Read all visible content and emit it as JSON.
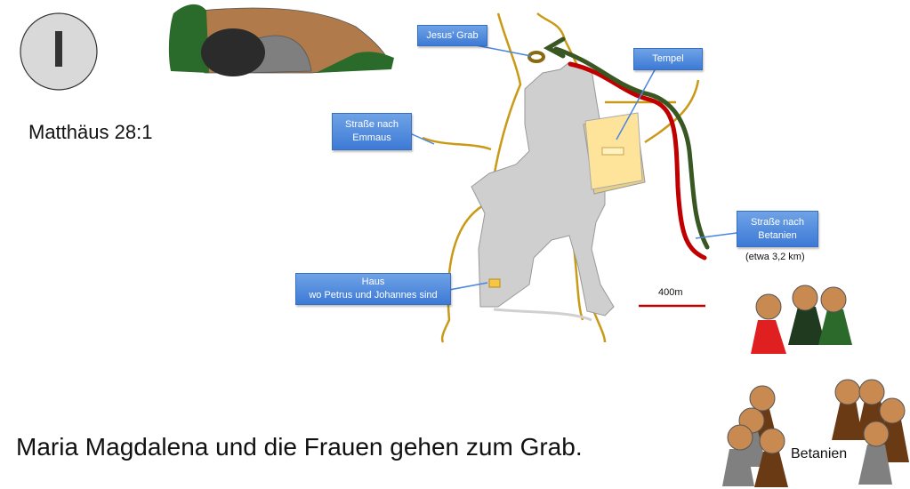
{
  "reference": "Matthäus 28:1",
  "caption": "Maria Magdalena und die Frauen gehen zum Grab.",
  "labels": {
    "jesus_grab": "Jesus’ Grab",
    "tempel": "Tempel",
    "emmaus_line1": "Straße nach",
    "emmaus_line2": "Emmaus",
    "betanien_line1": "Straße nach",
    "betanien_line2": "Betanien",
    "distance": "(etwa 3,2 km)",
    "haus_line1": "Haus",
    "haus_line2": "wo Petrus und Johannes sind",
    "scale": "400m",
    "betanien_group": "Betanien"
  },
  "colors": {
    "road": "#c99a16",
    "city": "#cfcfcf",
    "red_route": "#c00000",
    "green_route": "#385723",
    "callout": "#4a86dd"
  }
}
